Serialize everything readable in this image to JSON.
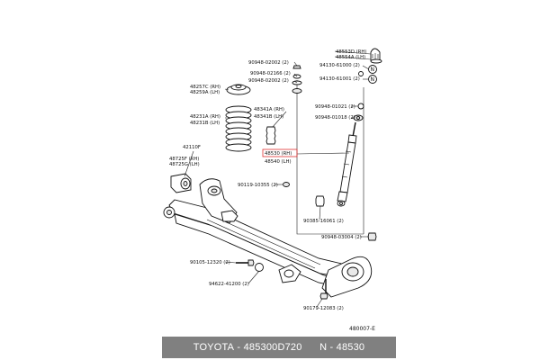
{
  "labels": {
    "l_48553D": "48553D (RH)",
    "l_48554A": "48554A (LH)",
    "l_90948_02002_a": "90948-02002 (2)",
    "l_94130_61000": "94130-61000 (2)",
    "l_90948_02166": "90948-02166 (2)",
    "l_90948_02002_b": "90948-02002 (2)",
    "l_94130_61001": "94130-61001 (2)",
    "l_48257C": "48257C (RH)",
    "l_48259A": "48259A (LH)",
    "l_90948_01021": "90948-01021 (2)",
    "l_48341A": "48341A (RH)",
    "l_48341B": "48341B (LH)",
    "l_90948_01018": "90948-01018 (2)",
    "l_48231A": "48231A (RH)",
    "l_48231B": "48231B (LH)",
    "l_42110F": "42110F",
    "l_48725F": "48725F (RH)",
    "l_48725G": "48725G (LH)",
    "l_48530": "48530 (RH)",
    "l_48540": "48540 (LH)",
    "l_90119": "90119-10355 (2)",
    "l_90385": "90385-16061 (2)",
    "l_90948_03004": "90948-03004 (2)",
    "l_90105": "90105-12320 (2)",
    "l_94622": "94622-41200 (2)",
    "l_90179": "90179-12083 (2)",
    "n_marker_1": "N",
    "n_marker_2": "N"
  },
  "ref_code": "480007-E",
  "footer": {
    "brand": "TOYOTA",
    "part_number": "485300D720",
    "sep": "-",
    "code": "N - 48530"
  },
  "highlight_color": "#e03030"
}
